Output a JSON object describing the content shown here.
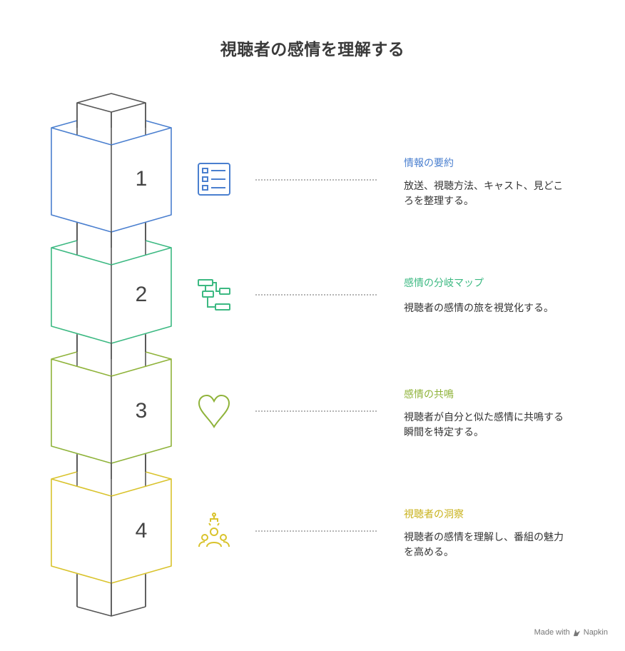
{
  "title": "視聴者の感情を理解する",
  "steps": [
    {
      "number": "1",
      "title": "情報の要約",
      "description": "放送、視聴方法、キャスト、見どころを整理する。",
      "color": "#4a7fcf",
      "icon": "list-icon"
    },
    {
      "number": "2",
      "title": "感情の分岐マップ",
      "description": "視聴者の感情の旅を視覚化する。",
      "color": "#3cb982",
      "icon": "flowchart-icon"
    },
    {
      "number": "3",
      "title": "感情の共鳴",
      "description": "視聴者が自分と似た感情に共鳴する瞬間を特定する。",
      "color": "#8fb33a",
      "icon": "heart-icon"
    },
    {
      "number": "4",
      "title": "視聴者の洞察",
      "description": "視聴者の感情を理解し、番組の魅力を高める。",
      "color": "#d9c32c",
      "icon": "audience-icon"
    }
  ],
  "footer": {
    "made_with": "Made with",
    "brand": "Napkin"
  }
}
